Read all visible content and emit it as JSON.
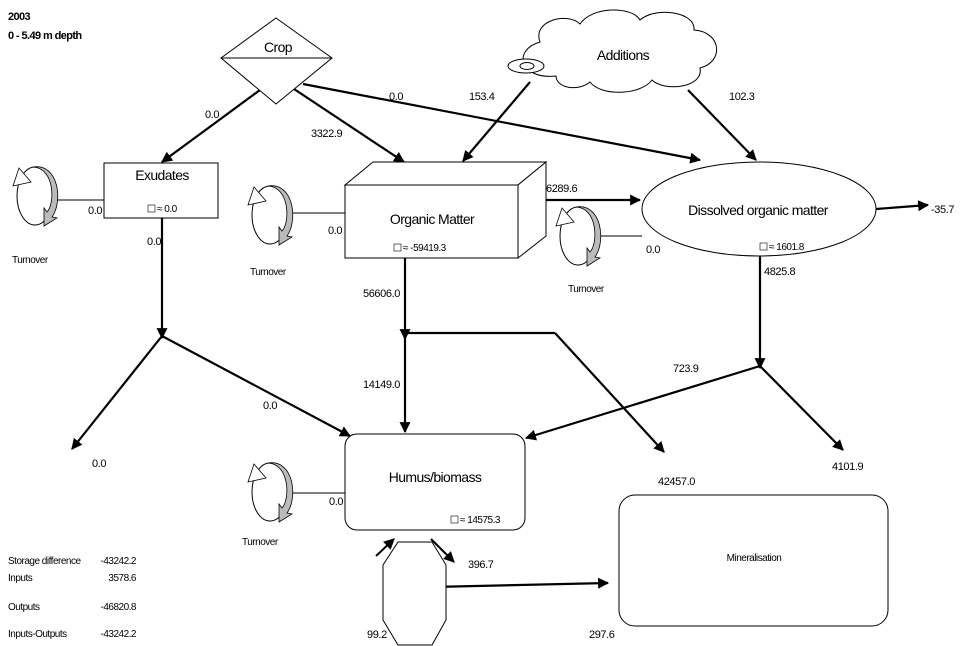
{
  "header": {
    "year": "2003",
    "depth": "0 - 5.49 m depth"
  },
  "nodes": {
    "crop": "Crop",
    "additions": "Additions",
    "exudates": "Exudates",
    "organic_matter": "Organic Matter",
    "dissolved_organic_matter": "Dissolved organic matter",
    "humus_biomass": "Humus/biomass",
    "mineralisation": "Mineralisation"
  },
  "storage": {
    "exudates": "≈ 0.0",
    "organic_matter": "≈ -59419.3",
    "dissolved_organic_matter": "≈ 1601.8",
    "humus_biomass": "≈ 14575.3"
  },
  "turnover_label": "Turnover",
  "turnover_values": {
    "exudates": "0.0",
    "organic_matter": "0.0",
    "dissolved_organic_matter": "0.0",
    "humus_biomass": "0.0"
  },
  "flows": {
    "crop_to_exudates": "0.0",
    "crop_to_dom": "0.0",
    "crop_to_om": "3322.9",
    "additions_to_om": "153.4",
    "additions_to_dom": "102.3",
    "om_to_dom": "6289.6",
    "dom_out": "-35.7",
    "exudates_down": "0.0",
    "exudates_to_humus": "0.0",
    "exudates_loss": "0.0",
    "om_down": "56606.0",
    "om_to_humus": "14149.0",
    "dom_down": "4825.8",
    "dom_to_humus": "723.9",
    "dom_loss": "4101.9",
    "om_to_mineral": "42457.0",
    "humus_out": "396.7",
    "humus_in": "99.2",
    "to_mineralisation": "297.6"
  },
  "summary": [
    {
      "label": "Storage difference",
      "value": "-43242.2"
    },
    {
      "label": "Inputs",
      "value": "3578.6"
    },
    {
      "label": "Outputs",
      "value": "-46820.8"
    },
    {
      "label": "Inputs-Outputs",
      "value": "-43242.2"
    }
  ]
}
